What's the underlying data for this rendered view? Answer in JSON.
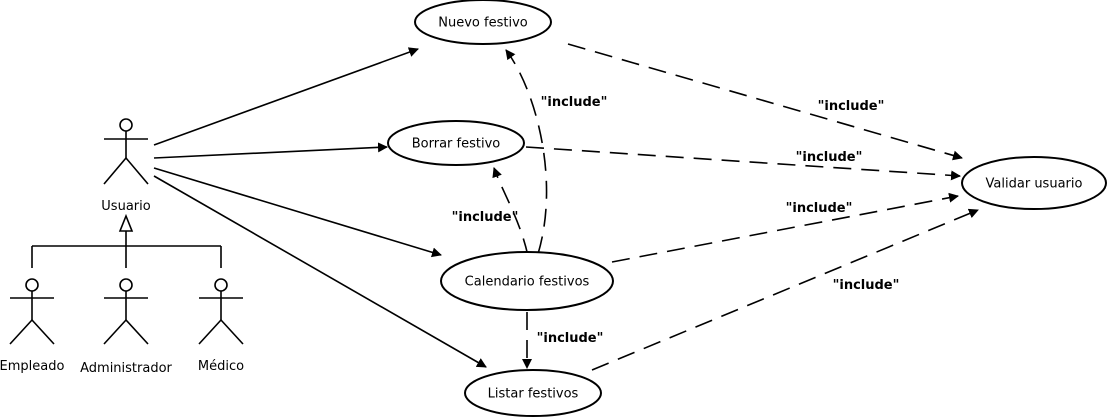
{
  "actors": {
    "usuario": "Usuario",
    "empleado": "Empleado",
    "administrador": "Administrador",
    "medico": "Médico"
  },
  "use_cases": {
    "nuevo_festivo": "Nuevo festivo",
    "borrar_festivo": "Borrar festivo",
    "calendario_festivos": "Calendario festivos",
    "listar_festivos": "Listar festivos",
    "validar_usuario": "Validar usuario"
  },
  "include_label": "\"include\""
}
